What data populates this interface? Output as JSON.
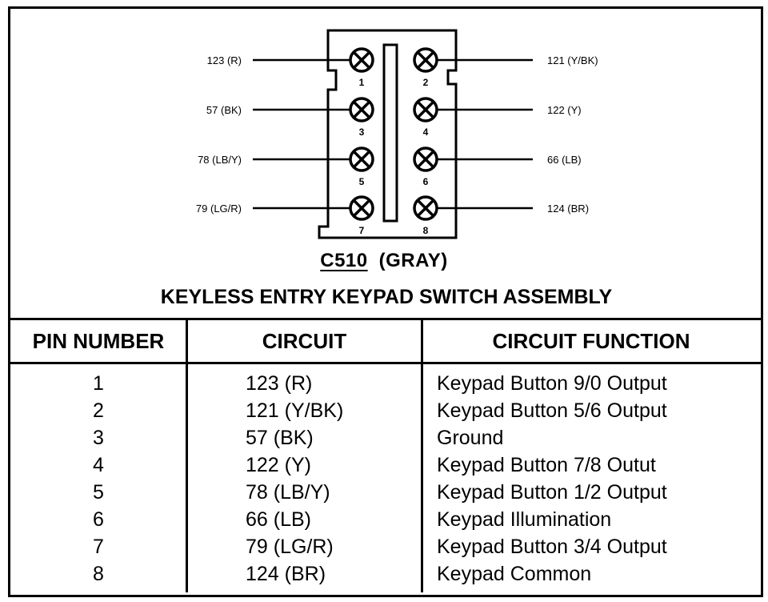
{
  "connector": {
    "id": "C510",
    "color": "(GRAY)",
    "pins": [
      {
        "pin": "1",
        "wire": "123 (R)",
        "side": "left"
      },
      {
        "pin": "2",
        "wire": "121 (Y/BK)",
        "side": "right"
      },
      {
        "pin": "3",
        "wire": "57 (BK)",
        "side": "left"
      },
      {
        "pin": "4",
        "wire": "122 (Y)",
        "side": "right"
      },
      {
        "pin": "5",
        "wire": "78 (LB/Y)",
        "side": "left"
      },
      {
        "pin": "6",
        "wire": "66 (LB)",
        "side": "right"
      },
      {
        "pin": "7",
        "wire": "79 (LG/R)",
        "side": "left"
      },
      {
        "pin": "8",
        "wire": "124 (BR)",
        "side": "right"
      }
    ]
  },
  "assembly_title": "KEYLESS ENTRY KEYPAD SWITCH ASSEMBLY",
  "table": {
    "headers": [
      "PIN NUMBER",
      "CIRCUIT",
      "CIRCUIT FUNCTION"
    ],
    "rows": [
      {
        "pin": "1",
        "circuit": "123 (R)",
        "function": "Keypad Button 9/0 Output"
      },
      {
        "pin": "2",
        "circuit": "121 (Y/BK)",
        "function": "Keypad Button 5/6 Output"
      },
      {
        "pin": "3",
        "circuit": "57 (BK)",
        "function": "Ground"
      },
      {
        "pin": "4",
        "circuit": "122 (Y)",
        "function": "Keypad Button 7/8 Outut"
      },
      {
        "pin": "5",
        "circuit": "78 (LB/Y)",
        "function": "Keypad Button 1/2 Output"
      },
      {
        "pin": "6",
        "circuit": "66 (LB)",
        "function": "Keypad Illumination"
      },
      {
        "pin": "7",
        "circuit": "79 (LG/R)",
        "function": "Keypad Button 3/4 Output"
      },
      {
        "pin": "8",
        "circuit": "124 (BR)",
        "function": "Keypad Common"
      }
    ]
  }
}
